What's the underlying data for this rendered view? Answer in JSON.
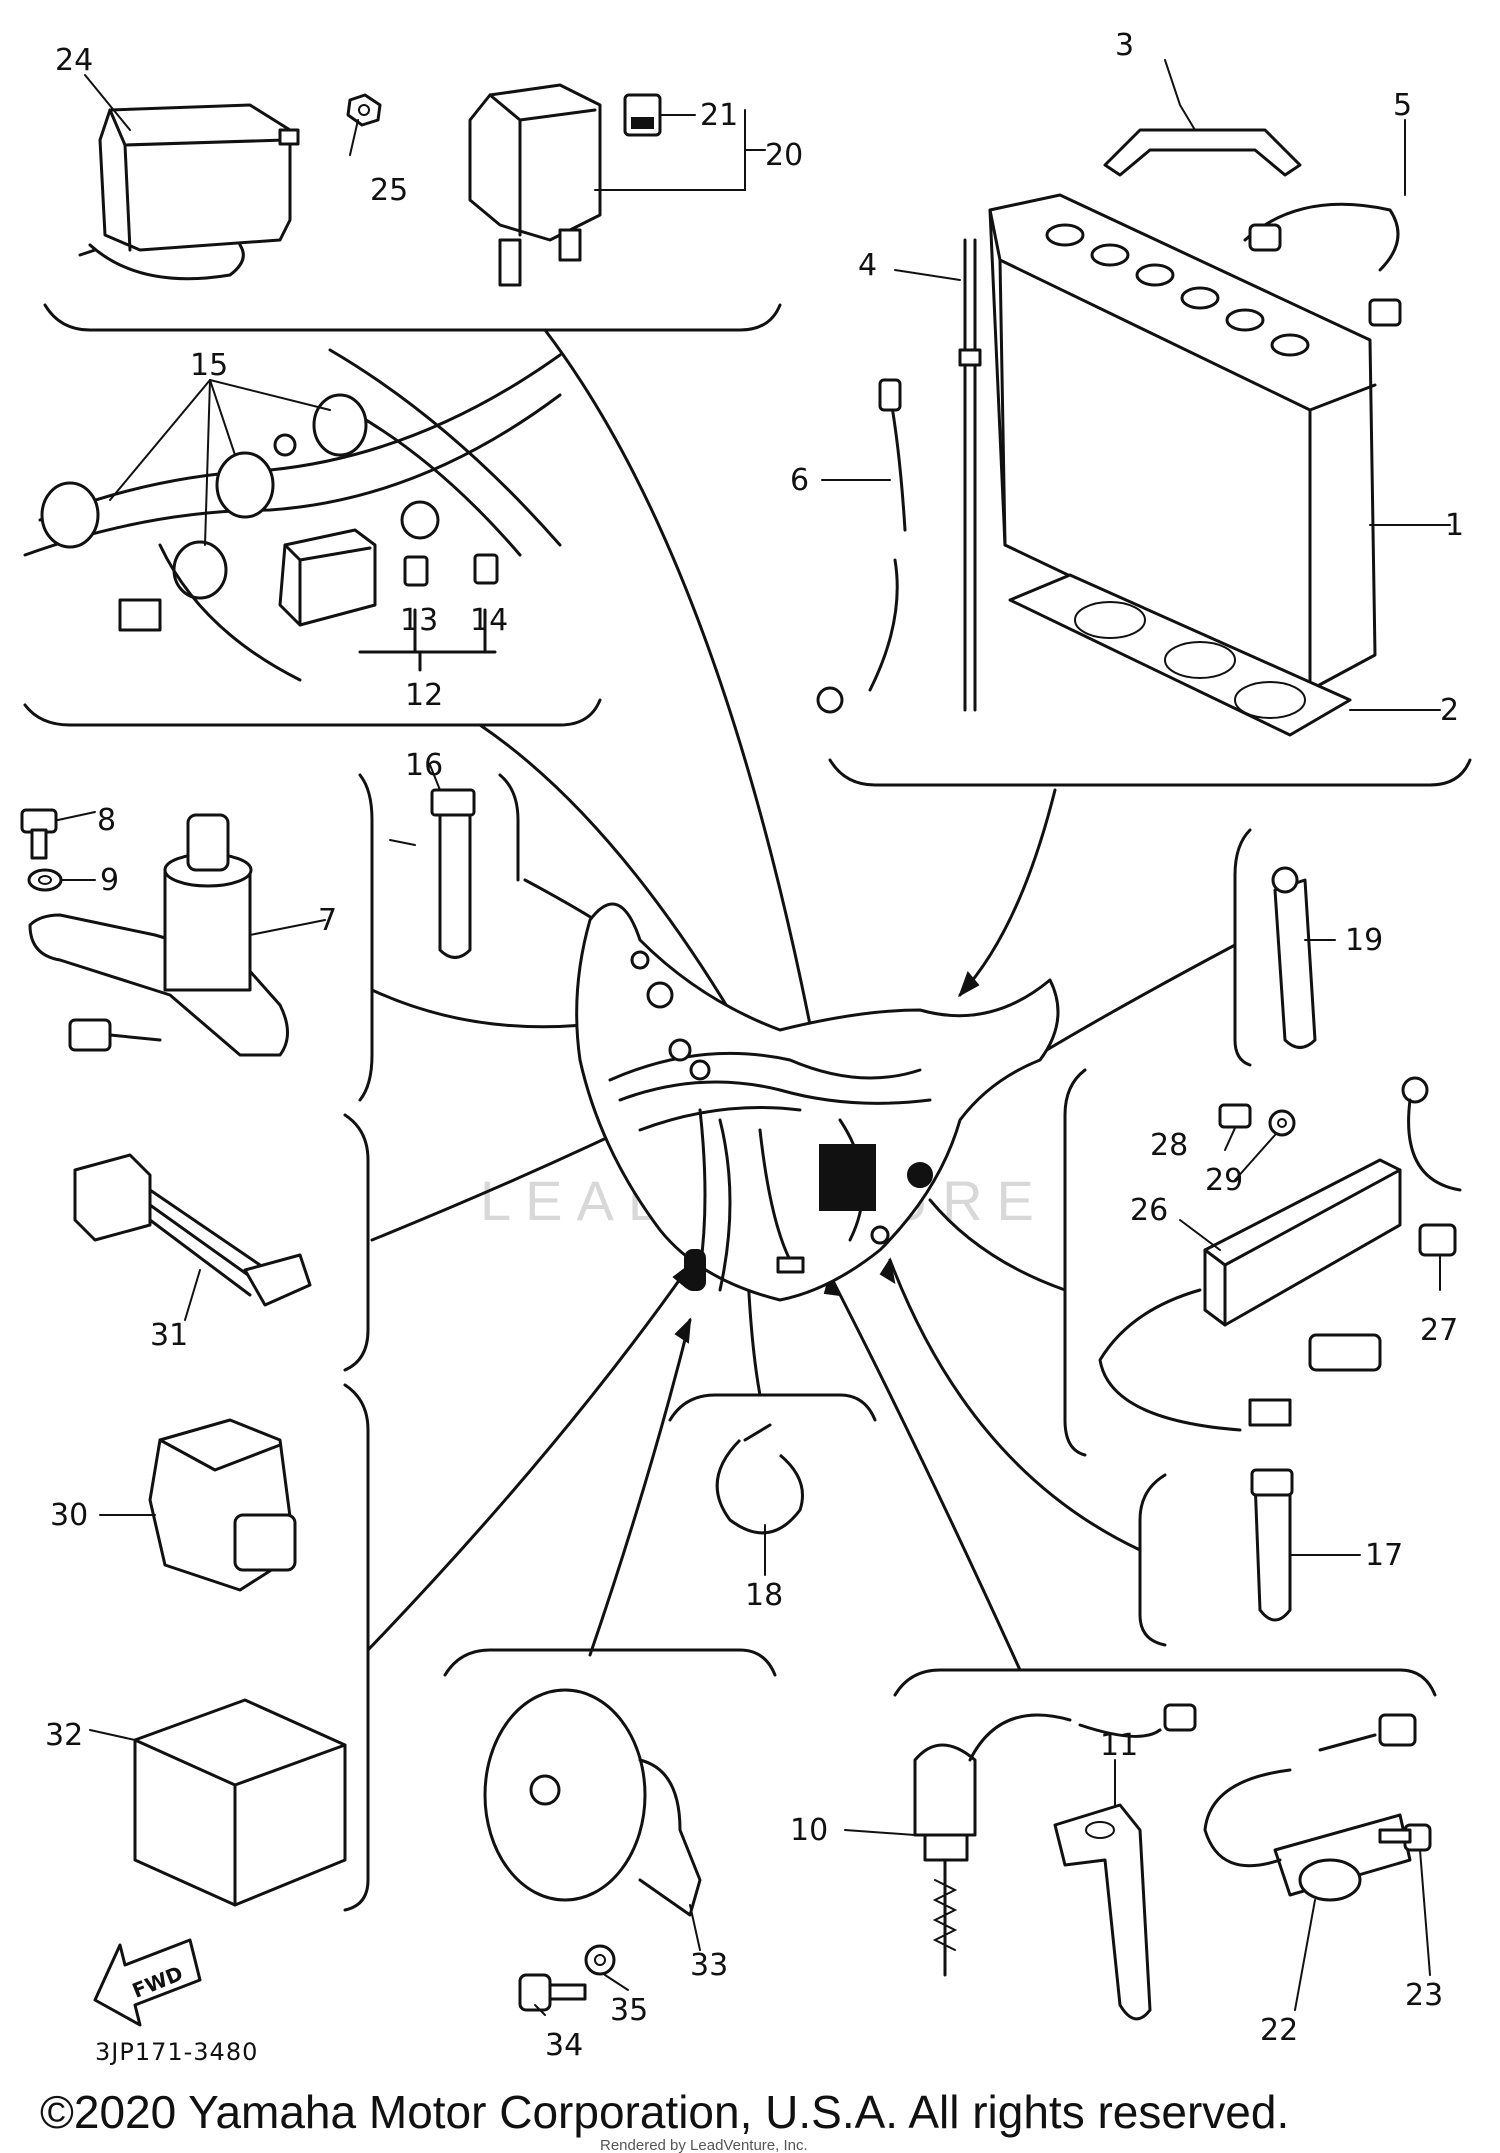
{
  "labels": {
    "p1": "1",
    "p2": "2",
    "p3": "3",
    "p4": "4",
    "p5": "5",
    "p6": "6",
    "p7": "7",
    "p8": "8",
    "p9": "9",
    "p10": "10",
    "p11": "11",
    "p12": "12",
    "p13": "13",
    "p14": "14",
    "p15": "15",
    "p16": "16",
    "p17": "17",
    "p18": "18",
    "p19": "19",
    "p20": "20",
    "p21": "21",
    "p22": "22",
    "p23": "23",
    "p24": "24",
    "p25": "25",
    "p26": "26",
    "p27": "27",
    "p28": "28",
    "p29": "29",
    "p30": "30",
    "p31": "31",
    "p32": "32",
    "p33": "33",
    "p34": "34",
    "p35": "35"
  },
  "fwd_arrow": "FWD",
  "diagram_code": "3JP171-3480",
  "watermark": "LEADVENTURE",
  "copyright": "©2020 Yamaha Motor Corporation, U.S.A. All rights reserved.",
  "rendered_by": "Rendered by LeadVenture, Inc."
}
